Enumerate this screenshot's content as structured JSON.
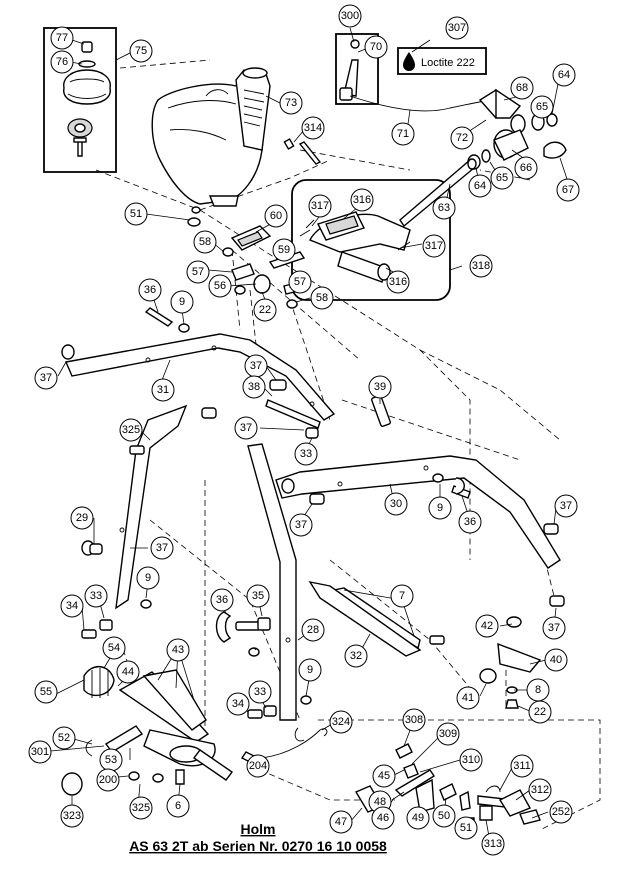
{
  "title": "Holm",
  "subtitle": "AS 63 2T ab Serien Nr. 0270 16 10 0058",
  "loctite_label": "Loctite 222",
  "callouts": [
    {
      "n": "77"
    },
    {
      "n": "76"
    },
    {
      "n": "75"
    },
    {
      "n": "73"
    },
    {
      "n": "314"
    },
    {
      "n": "51"
    },
    {
      "n": "300"
    },
    {
      "n": "70"
    },
    {
      "n": "307"
    },
    {
      "n": "68"
    },
    {
      "n": "65"
    },
    {
      "n": "64"
    },
    {
      "n": "71"
    },
    {
      "n": "72"
    },
    {
      "n": "66"
    },
    {
      "n": "67"
    },
    {
      "n": "64"
    },
    {
      "n": "65"
    },
    {
      "n": "63"
    },
    {
      "n": "60"
    },
    {
      "n": "317"
    },
    {
      "n": "316"
    },
    {
      "n": "317"
    },
    {
      "n": "316"
    },
    {
      "n": "318"
    },
    {
      "n": "58"
    },
    {
      "n": "59"
    },
    {
      "n": "57"
    },
    {
      "n": "56"
    },
    {
      "n": "57"
    },
    {
      "n": "58"
    },
    {
      "n": "22"
    },
    {
      "n": "36"
    },
    {
      "n": "9"
    },
    {
      "n": "37"
    },
    {
      "n": "31"
    },
    {
      "n": "37"
    },
    {
      "n": "38"
    },
    {
      "n": "39"
    },
    {
      "n": "325"
    },
    {
      "n": "37"
    },
    {
      "n": "33"
    },
    {
      "n": "30"
    },
    {
      "n": "9"
    },
    {
      "n": "36"
    },
    {
      "n": "37"
    },
    {
      "n": "37"
    },
    {
      "n": "29"
    },
    {
      "n": "37"
    },
    {
      "n": "9"
    },
    {
      "n": "34"
    },
    {
      "n": "33"
    },
    {
      "n": "7"
    },
    {
      "n": "36"
    },
    {
      "n": "35"
    },
    {
      "n": "37"
    },
    {
      "n": "42"
    },
    {
      "n": "28"
    },
    {
      "n": "32"
    },
    {
      "n": "9"
    },
    {
      "n": "40"
    },
    {
      "n": "54"
    },
    {
      "n": "43"
    },
    {
      "n": "55"
    },
    {
      "n": "44"
    },
    {
      "n": "41"
    },
    {
      "n": "8"
    },
    {
      "n": "22"
    },
    {
      "n": "34"
    },
    {
      "n": "33"
    },
    {
      "n": "324"
    },
    {
      "n": "52"
    },
    {
      "n": "308"
    },
    {
      "n": "309"
    },
    {
      "n": "301"
    },
    {
      "n": "310"
    },
    {
      "n": "53"
    },
    {
      "n": "200"
    },
    {
      "n": "204"
    },
    {
      "n": "45"
    },
    {
      "n": "311"
    },
    {
      "n": "323"
    },
    {
      "n": "325"
    },
    {
      "n": "6"
    },
    {
      "n": "48"
    },
    {
      "n": "312"
    },
    {
      "n": "50"
    },
    {
      "n": "252"
    },
    {
      "n": "47"
    },
    {
      "n": "46"
    },
    {
      "n": "49"
    },
    {
      "n": "51"
    },
    {
      "n": "313"
    }
  ]
}
